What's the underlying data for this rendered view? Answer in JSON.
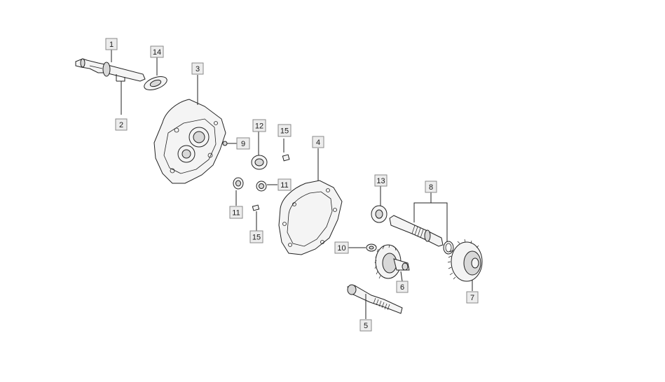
{
  "callouts": [
    {
      "id": "c1",
      "label": "1"
    },
    {
      "id": "c2",
      "label": "2"
    },
    {
      "id": "c3",
      "label": "3"
    },
    {
      "id": "c4",
      "label": "4"
    },
    {
      "id": "c5",
      "label": "5"
    },
    {
      "id": "c6",
      "label": "6"
    },
    {
      "id": "c7",
      "label": "7"
    },
    {
      "id": "c8",
      "label": "8"
    },
    {
      "id": "c9",
      "label": "9"
    },
    {
      "id": "c10",
      "label": "10"
    },
    {
      "id": "c11a",
      "label": "11"
    },
    {
      "id": "c11b",
      "label": "11"
    },
    {
      "id": "c12",
      "label": "12"
    },
    {
      "id": "c13",
      "label": "13"
    },
    {
      "id": "c14",
      "label": "14"
    },
    {
      "id": "c15a",
      "label": "15"
    },
    {
      "id": "c15b",
      "label": "15"
    }
  ]
}
